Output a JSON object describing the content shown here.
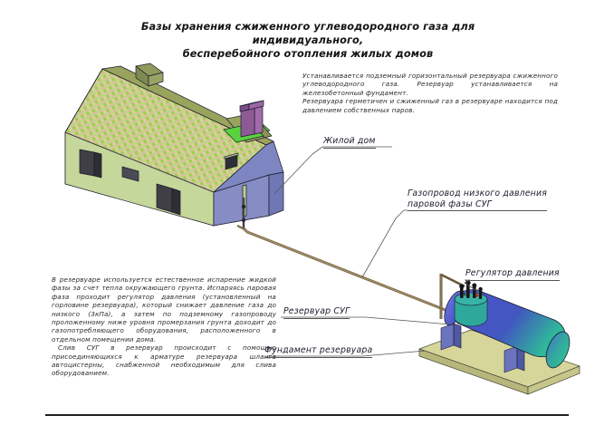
{
  "document": {
    "title_line1": "Базы хранения сжиженного углеводородного газа для индивидуального,",
    "title_line2": "бесперебойного отопления жилых домов"
  },
  "notes": {
    "top": {
      "p1": "Устанавливается подземный горизонтальный резервуара сжиженного углеводородного газа. Резервуар устанавливается на железобетонный фундамент.",
      "p2": "Резервуара герметичен и сжиженный газ в резервуаре находится под давлением собственных паров."
    },
    "bottom": {
      "p1": "В резервуаре используется естественное испарение жидкой фазы за счет тепла окружающего грунта. Испаряясь паровая фаза проходит регулятор давления (установленный на горловине резервуара), который снижает давление газа до низкого (3кПа), а затем по подземному газопроводу проложенному ниже уровня промерзания грунта доходит до газопотребляющего оборудования, расположенного в отдельном помещении дома.",
      "p2": "Слив СУГ в резервуар происходит с помощью присоединяющихся к арматуре резервуара шланга автоцистерны, снабженной необходимым для слива оборудованием."
    }
  },
  "callouts": {
    "house": "Жилой дом",
    "gas_pipeline_line1": "Газопровод низкого давления",
    "gas_pipeline_line2": "паровой фазы СУГ",
    "pressure_regulator": "Регулятор давления",
    "lpg_tank": "Резервуар СУГ",
    "tank_foundation": "Фундамент резервуара"
  },
  "colors": {
    "roof_green": "#9ad34a",
    "roof_tan": "#e2c9a4",
    "wall_light_green": "#c5d79a",
    "wall_blue": "#8b93c8",
    "gable_blue": "#7d86c0",
    "tank_blue": "#4a52c8",
    "tank_teal": "#2fb89a",
    "foundation_khaki": "#d6d69a",
    "pipe_olive": "#7d6b4a",
    "chimney_purple": "#a06ba8",
    "leader_line": "#555555",
    "rule_black": "#231f20"
  }
}
